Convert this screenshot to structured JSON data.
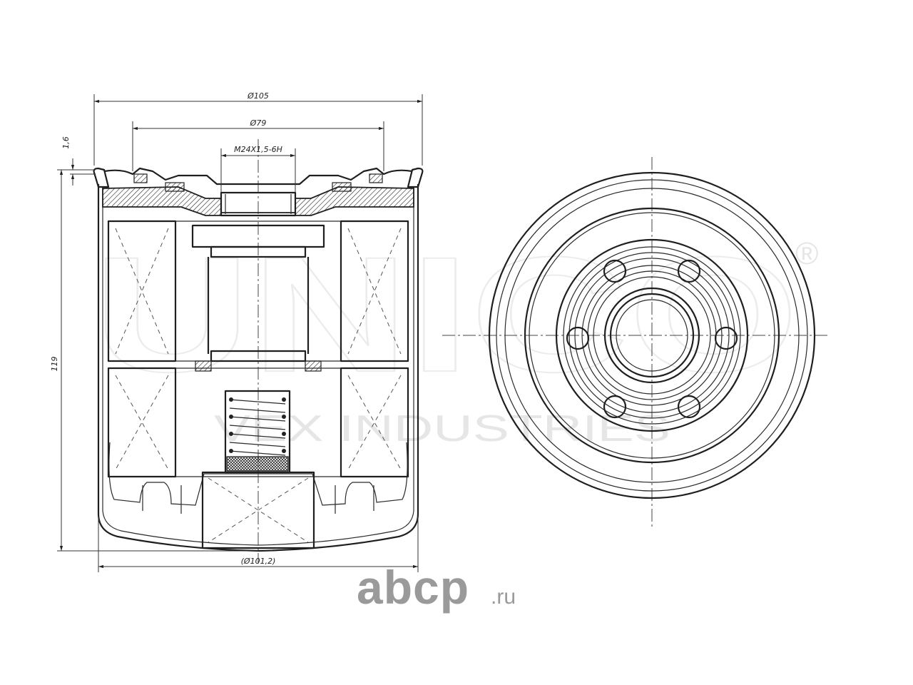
{
  "dimensions": {
    "outer_diameter": "Ø105",
    "gasket_diameter": "Ø79",
    "thread": "M24X1,5-6H",
    "plate_thickness": "1,6",
    "height": "119",
    "base_diameter": "(Ø101,2)"
  },
  "watermark": {
    "brand": "UNICO",
    "registered": "®",
    "subtitle": "VEX INDUSTRIES"
  },
  "site_logo": {
    "name": "abcp",
    "tld": ".ru"
  }
}
